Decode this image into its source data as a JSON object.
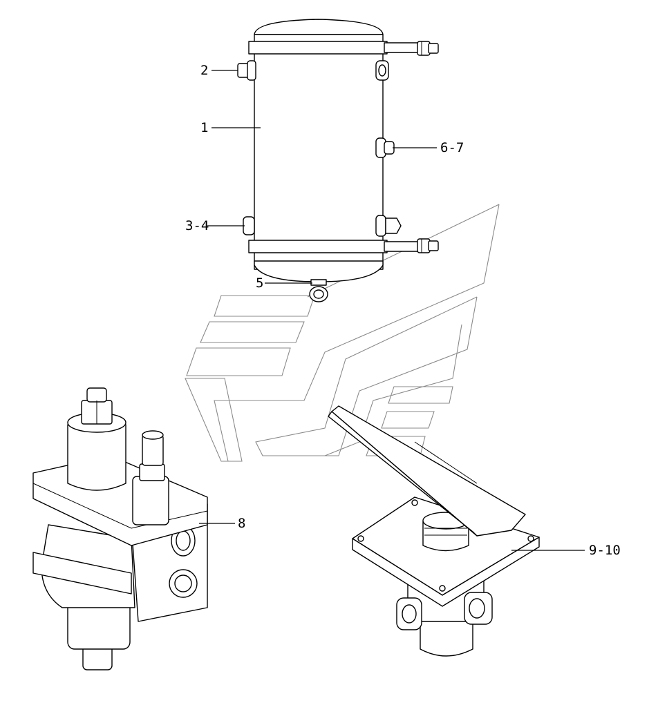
{
  "callouts": {
    "c1": "1",
    "c2": "2",
    "c3_4": "3-4",
    "c5": "5",
    "c6_7": "6-7",
    "c8": "8",
    "c9_10": "9-10"
  }
}
